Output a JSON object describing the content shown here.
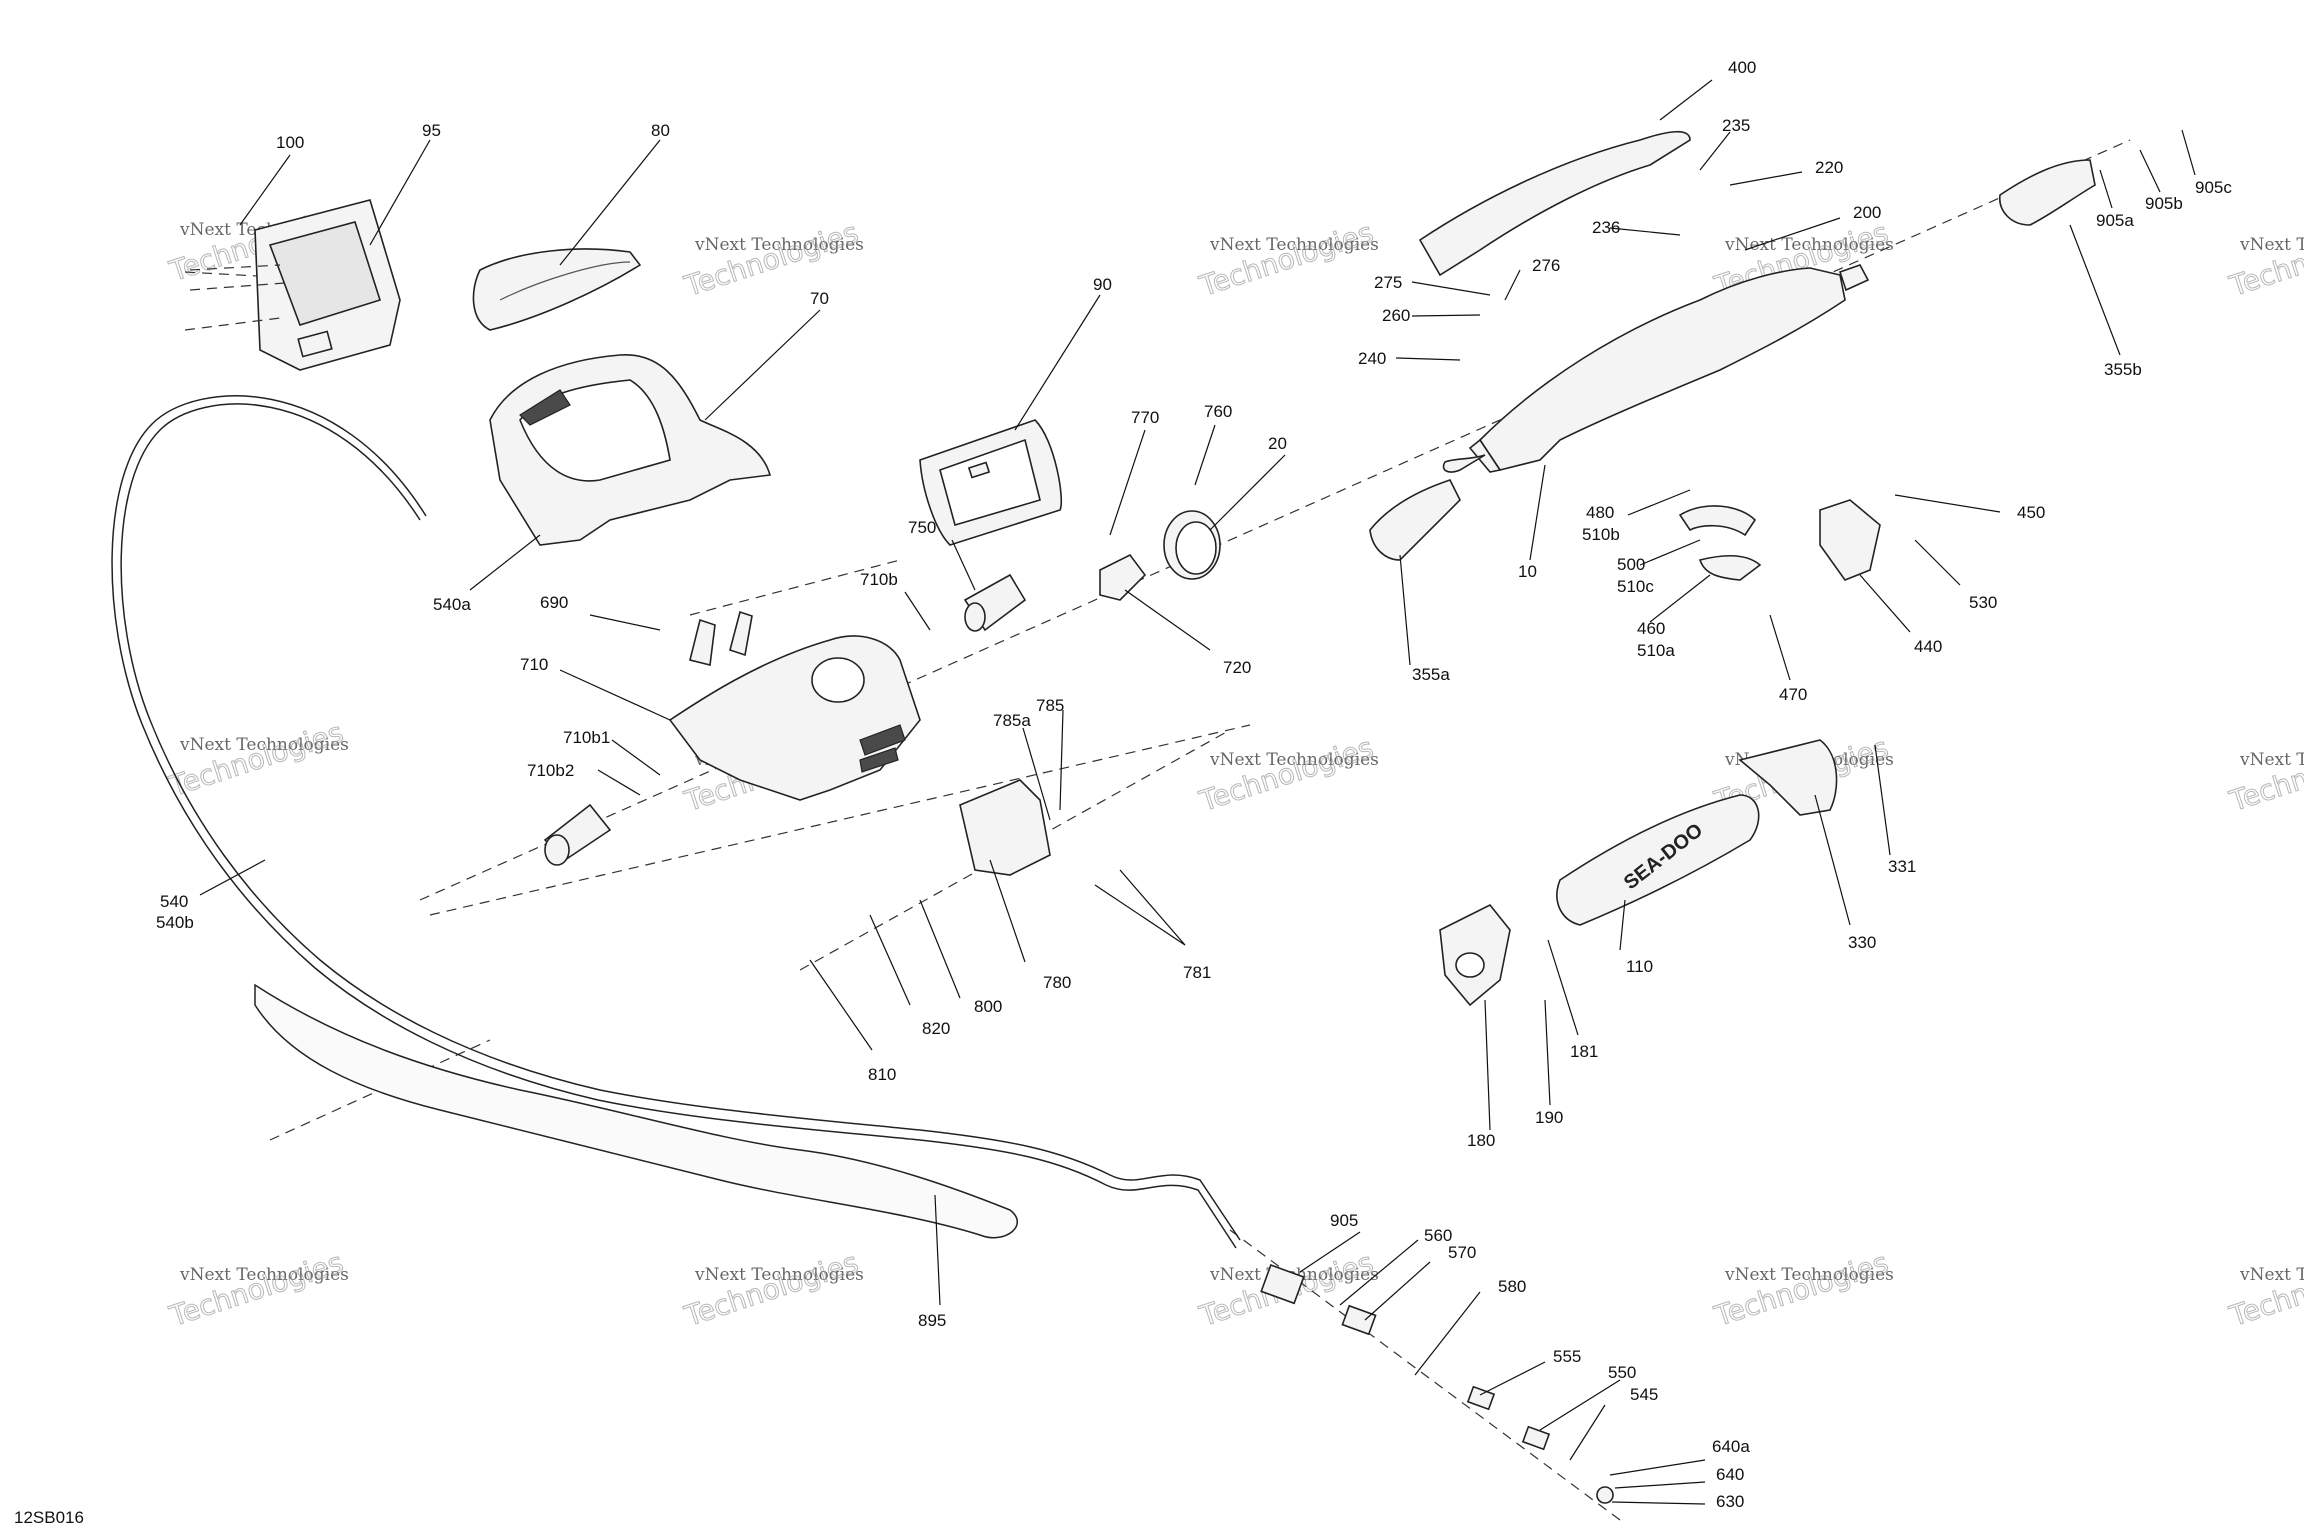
{
  "diagram": {
    "code": "12SB016",
    "watermark_line1": "vNext Technologies",
    "watermark_line2": "Technologies",
    "callouts": [
      {
        "id": "c-100",
        "text": "100"
      },
      {
        "id": "c-95",
        "text": "95"
      },
      {
        "id": "c-80",
        "text": "80"
      },
      {
        "id": "c-70",
        "text": "70"
      },
      {
        "id": "c-90",
        "text": "90"
      },
      {
        "id": "c-770",
        "text": "770"
      },
      {
        "id": "c-760",
        "text": "760"
      },
      {
        "id": "c-20",
        "text": "20"
      },
      {
        "id": "c-750",
        "text": "750"
      },
      {
        "id": "c-710b",
        "text": "710b"
      },
      {
        "id": "c-720",
        "text": "720"
      },
      {
        "id": "c-690",
        "text": "690"
      },
      {
        "id": "c-710",
        "text": "710"
      },
      {
        "id": "c-710b1",
        "text": "710b1"
      },
      {
        "id": "c-710b2",
        "text": "710b2"
      },
      {
        "id": "c-540a",
        "text": "540a"
      },
      {
        "id": "c-540",
        "text": "540"
      },
      {
        "id": "c-540b",
        "text": "540b"
      },
      {
        "id": "c-785",
        "text": "785"
      },
      {
        "id": "c-785a",
        "text": "785a"
      },
      {
        "id": "c-780",
        "text": "780"
      },
      {
        "id": "c-781",
        "text": "781"
      },
      {
        "id": "c-800",
        "text": "800"
      },
      {
        "id": "c-820",
        "text": "820"
      },
      {
        "id": "c-810",
        "text": "810"
      },
      {
        "id": "c-400",
        "text": "400"
      },
      {
        "id": "c-235",
        "text": "235"
      },
      {
        "id": "c-220",
        "text": "220"
      },
      {
        "id": "c-200",
        "text": "200"
      },
      {
        "id": "c-236",
        "text": "236"
      },
      {
        "id": "c-275",
        "text": "275"
      },
      {
        "id": "c-276",
        "text": "276"
      },
      {
        "id": "c-260",
        "text": "260"
      },
      {
        "id": "c-240",
        "text": "240"
      },
      {
        "id": "c-10",
        "text": "10"
      },
      {
        "id": "c-355a",
        "text": "355a"
      },
      {
        "id": "c-905c",
        "text": "905c"
      },
      {
        "id": "c-905b",
        "text": "905b"
      },
      {
        "id": "c-905a",
        "text": "905a"
      },
      {
        "id": "c-355b",
        "text": "355b"
      },
      {
        "id": "c-480",
        "text": "480"
      },
      {
        "id": "c-510b",
        "text": "510b"
      },
      {
        "id": "c-500",
        "text": "500"
      },
      {
        "id": "c-510c",
        "text": "510c"
      },
      {
        "id": "c-460",
        "text": "460"
      },
      {
        "id": "c-510a",
        "text": "510a"
      },
      {
        "id": "c-470",
        "text": "470"
      },
      {
        "id": "c-450",
        "text": "450"
      },
      {
        "id": "c-530",
        "text": "530"
      },
      {
        "id": "c-440",
        "text": "440"
      },
      {
        "id": "c-331",
        "text": "331"
      },
      {
        "id": "c-330",
        "text": "330"
      },
      {
        "id": "c-110",
        "text": "110"
      },
      {
        "id": "c-181",
        "text": "181"
      },
      {
        "id": "c-180",
        "text": "180"
      },
      {
        "id": "c-190",
        "text": "190"
      },
      {
        "id": "c-895",
        "text": "895"
      },
      {
        "id": "c-905",
        "text": "905"
      },
      {
        "id": "c-560",
        "text": "560"
      },
      {
        "id": "c-570",
        "text": "570"
      },
      {
        "id": "c-580",
        "text": "580"
      },
      {
        "id": "c-555",
        "text": "555"
      },
      {
        "id": "c-550",
        "text": "550"
      },
      {
        "id": "c-545",
        "text": "545"
      },
      {
        "id": "c-640a",
        "text": "640a"
      },
      {
        "id": "c-640",
        "text": "640"
      },
      {
        "id": "c-630",
        "text": "630"
      }
    ],
    "logo_text": "SEA-DOO"
  }
}
